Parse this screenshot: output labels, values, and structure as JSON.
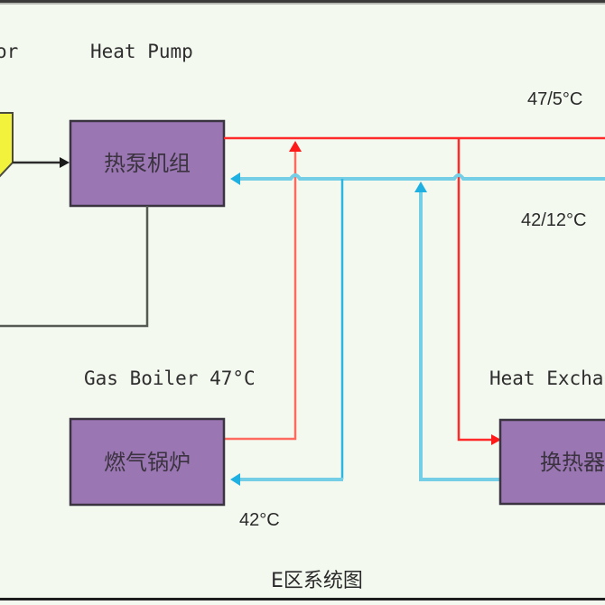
{
  "diagram": {
    "caption": "E区系统图",
    "evaporator": {
      "label_fragment": "or"
    },
    "heat_pump": {
      "label_en": "Heat Pump",
      "label_cn": "热泵机组"
    },
    "gas_boiler": {
      "label_en": "Gas Boiler 47°C",
      "label_cn": "燃气锅炉"
    },
    "heat_exchanger": {
      "label_en": "Heat Excha",
      "label_cn": "换热器"
    },
    "temperatures": {
      "supply": "47/5°C",
      "return": "42/12°C",
      "boiler_return": "42°C"
    },
    "colors": {
      "background": "#f3f9ef",
      "border": "#3a3a3a",
      "supply_pipe": "#ff2a2a",
      "supply_arrow": "#ff1a1a",
      "return_pipe": "#74cfe6",
      "return_arrow": "#1fb0e2",
      "equipment_fill": "#9a76b2",
      "source_fill": "#f2f23c",
      "control_line": "#555a53"
    }
  }
}
